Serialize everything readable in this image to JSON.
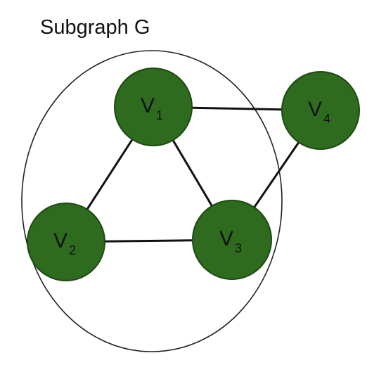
{
  "title": "Subgraph G",
  "colors": {
    "node_fill": "#2f6b1f",
    "node_stroke": "#1d4a12",
    "edge": "#111111",
    "subgraph_outline": "#222222"
  },
  "nodes": [
    {
      "id": "v1",
      "letter": "V",
      "index": "1"
    },
    {
      "id": "v2",
      "letter": "V",
      "index": "2"
    },
    {
      "id": "v3",
      "letter": "V",
      "index": "3"
    },
    {
      "id": "v4",
      "letter": "V",
      "index": "4"
    }
  ],
  "edges": [
    {
      "from": "v1",
      "to": "v4"
    },
    {
      "from": "v1",
      "to": "v2"
    },
    {
      "from": "v1",
      "to": "v3"
    },
    {
      "from": "v2",
      "to": "v3"
    },
    {
      "from": "v3",
      "to": "v4"
    }
  ],
  "subgraph_members": [
    "v1",
    "v2",
    "v3"
  ]
}
